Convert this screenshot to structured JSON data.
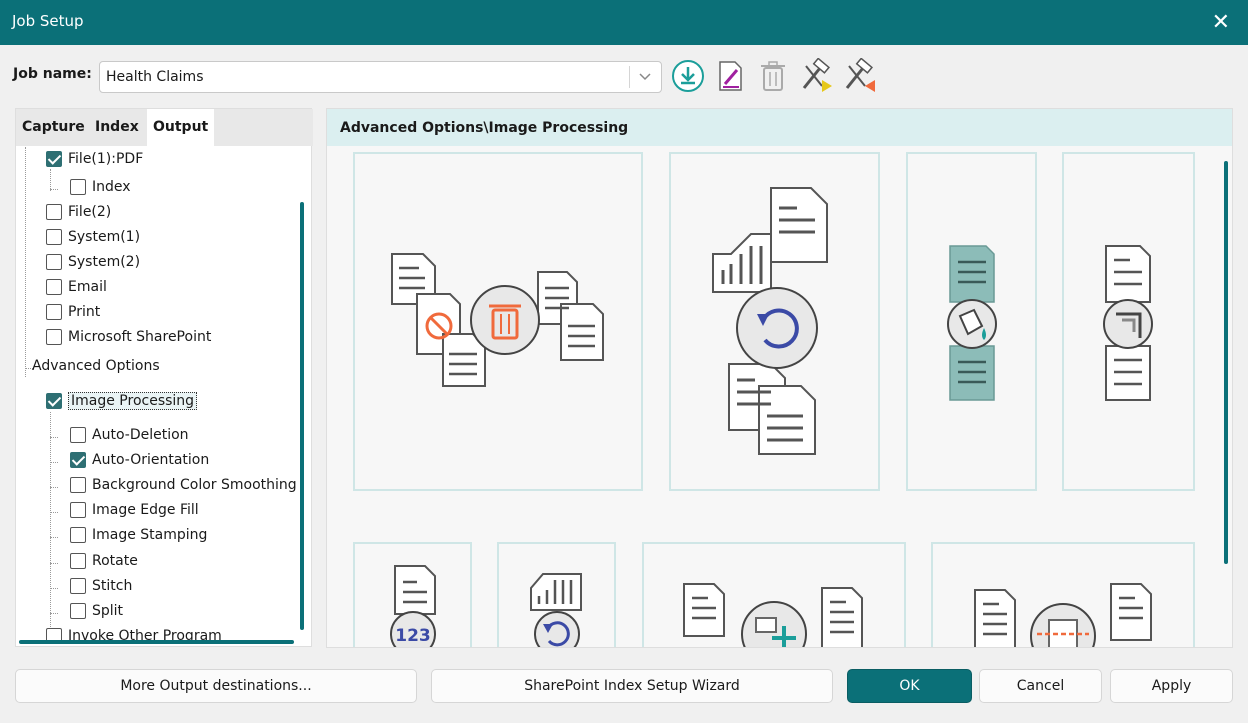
{
  "window": {
    "title": "Job Setup",
    "close_glyph": "✕"
  },
  "job": {
    "label": "Job name:",
    "value": "Health Claims"
  },
  "toolbar": {
    "icons": [
      "download-icon",
      "edit-document-icon",
      "trash-icon",
      "import-settings-icon",
      "export-settings-icon"
    ]
  },
  "tabs": [
    {
      "label": "Capture",
      "active": false
    },
    {
      "label": "Index",
      "active": false
    },
    {
      "label": "Output",
      "active": true
    }
  ],
  "tree": {
    "file1": {
      "label": "File(1):PDF",
      "checked": true
    },
    "file1_index": {
      "label": "Index",
      "checked": false
    },
    "file2": {
      "label": "File(2)",
      "checked": false
    },
    "system1": {
      "label": "System(1)",
      "checked": false
    },
    "system2": {
      "label": "System(2)",
      "checked": false
    },
    "email": {
      "label": "Email",
      "checked": false
    },
    "print": {
      "label": "Print",
      "checked": false
    },
    "sharepoint": {
      "label": "Microsoft SharePoint",
      "checked": false
    },
    "advanced": {
      "label": "Advanced Options"
    },
    "image_processing": {
      "label": "Image Processing",
      "checked": true
    },
    "auto_deletion": {
      "label": "Auto-Deletion",
      "checked": false
    },
    "auto_orientation": {
      "label": "Auto-Orientation",
      "checked": true
    },
    "bg_smoothing": {
      "label": "Background Color Smoothing",
      "checked": false
    },
    "edge_fill": {
      "label": "Image Edge Fill",
      "checked": false
    },
    "stamping": {
      "label": "Image Stamping",
      "checked": false
    },
    "rotate": {
      "label": "Rotate",
      "checked": false
    },
    "stitch": {
      "label": "Stitch",
      "checked": false
    },
    "split": {
      "label": "Split",
      "checked": false
    },
    "invoke": {
      "label": "Invoke Other Program",
      "checked": false
    }
  },
  "panel": {
    "breadcrumb": "Advanced Options\\Image Processing"
  },
  "buttons": {
    "more_output": "More Output destinations...",
    "sharepoint_wizard": "SharePoint Index Setup Wizard",
    "ok": "OK",
    "cancel": "Cancel",
    "apply": "Apply"
  },
  "colors": {
    "brand": "#0b7078",
    "header_tint": "#dbeff0",
    "icon_red": "#f06a3c",
    "icon_blue": "#3b4aa6",
    "icon_teal": "#1b9e9a"
  }
}
